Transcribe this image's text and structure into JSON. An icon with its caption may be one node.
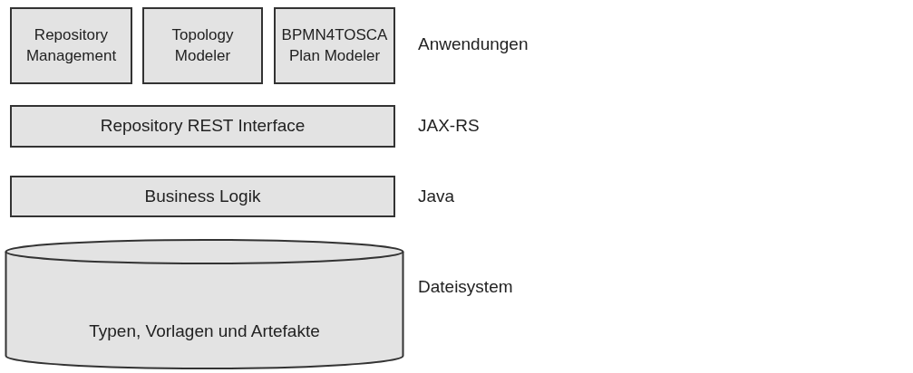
{
  "diagram": {
    "nodes": [
      {
        "text": [
          "Repository Management"
        ]
      },
      {
        "text": [
          "Topology Modeler"
        ]
      },
      {
        "text": [
          "BPMN4TOSCA Plan Modeler"
        ]
      },
      {
        "text": [
          "Repository REST Interface"
        ]
      },
      {
        "text": [
          "Business Logik"
        ]
      },
      {
        "text": [
          "Typen, Vorlagen und Artefakte"
        ]
      }
    ],
    "edges": [],
    "labels": [
      "Anwendungen",
      "JAX-RS",
      "Java",
      "Dateisystem"
    ]
  }
}
